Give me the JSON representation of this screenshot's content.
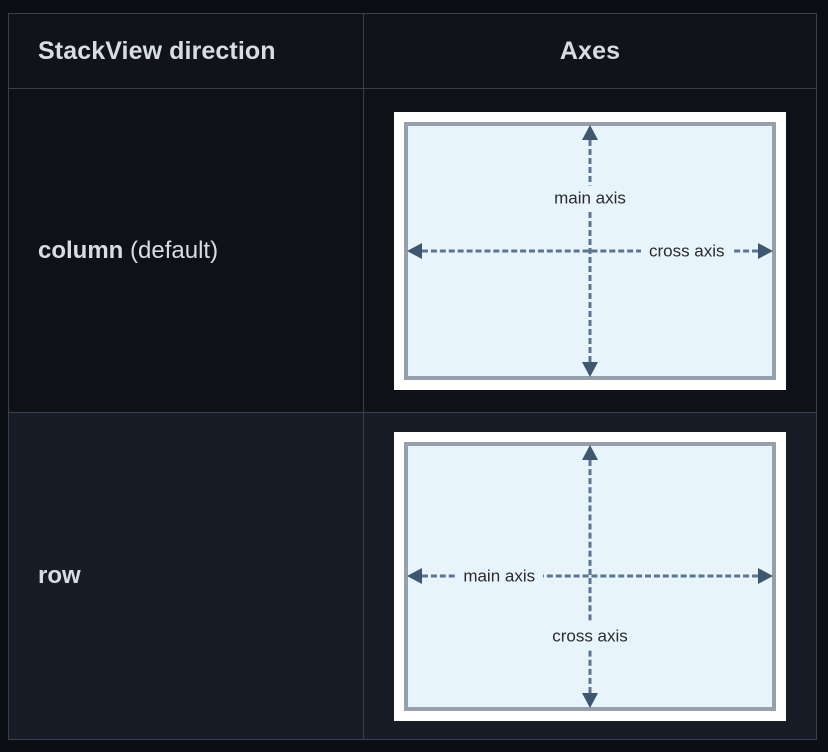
{
  "table": {
    "headers": [
      {
        "label": "StackView direction"
      },
      {
        "label": "Axes"
      }
    ],
    "rows": [
      {
        "direction_name": "column",
        "direction_note": " (default)",
        "diagram": {
          "main_axis_label": "main axis",
          "cross_axis_label": "cross axis",
          "main_axis_orientation": "vertical",
          "cross_axis_orientation": "horizontal"
        }
      },
      {
        "direction_name": "row",
        "direction_note": "",
        "diagram": {
          "main_axis_label": "main axis",
          "cross_axis_label": "cross axis",
          "main_axis_orientation": "horizontal",
          "cross_axis_orientation": "vertical"
        }
      }
    ]
  },
  "colors": {
    "page_background": "#0b0e13",
    "header_background": "#10141a",
    "row1_background": "#0e1116",
    "row2_background": "#181c26",
    "grid_line": "#3a4048",
    "text_light": "#d8dce3",
    "diagram_frame": "#ffffff",
    "diagram_border": "#96a0aa",
    "diagram_fill": "#e8f4fc",
    "axis_line": "#5d7491",
    "arrow_head": "#3f566f",
    "axis_text": "#2b2b2b"
  }
}
